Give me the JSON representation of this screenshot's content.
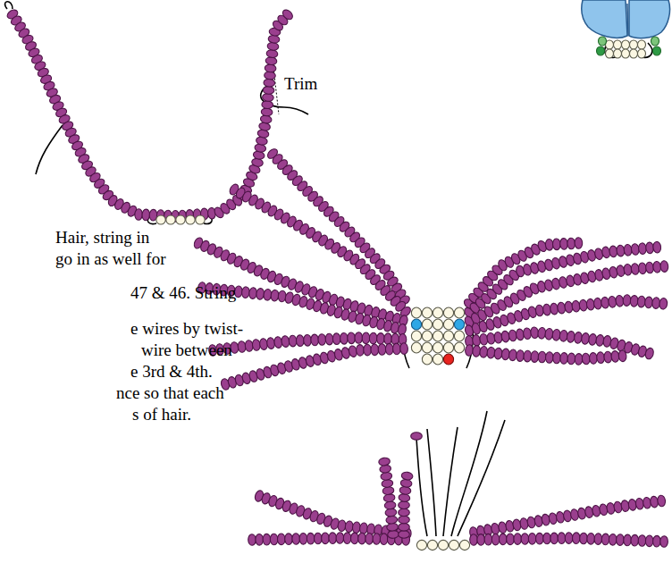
{
  "diagram": {
    "labels": [
      "Trim",
      "Hair, string in",
      "go in as well for",
      "47 & 46.  String",
      "e wires by twist-",
      "wire between",
      "e 3rd & 4th.",
      "nce so that each",
      "s of hair."
    ]
  }
}
